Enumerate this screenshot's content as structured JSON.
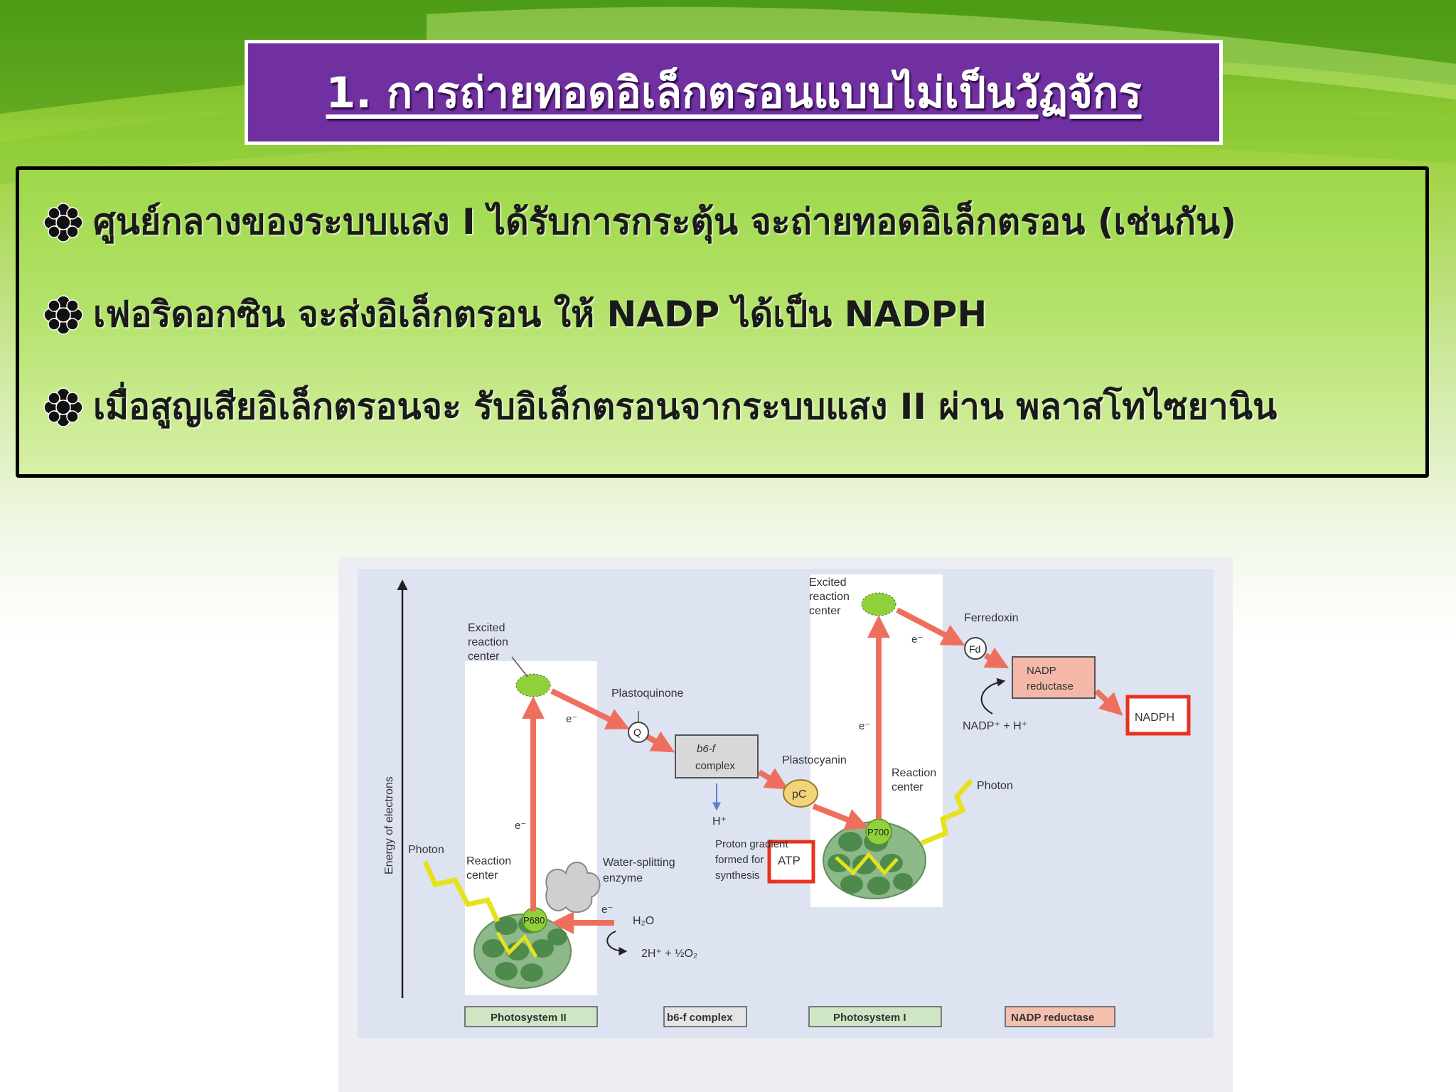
{
  "slide": {
    "title": "1. การถ่ายทอดอิเล็กตรอนแบบไม่เป็นวัฏจักร",
    "bullets": [
      "ศูนย์กลางของระบบแสง I ได้รับการกระตุ้น จะถ่ายทอดอิเล็กตรอน (เช่นกัน)",
      "เฟอริดอกซิน  จะส่งอิเล็กตรอน ให้ NADP ได้เป็น NADPH",
      "เมื่อสูญเสียอิเล็กตรอนจะ รับอิเล็กตรอนจากระบบแสง II ผ่าน พลาสโทไซยานิน"
    ],
    "bullet_icon": "starburst-bullet-icon"
  },
  "diagram": {
    "y_axis_label": "Energy of electrons",
    "labels": {
      "excited_rc_1": [
        "Excited",
        "reaction",
        "center"
      ],
      "excited_rc_2": [
        "Excited",
        "reaction",
        "center"
      ],
      "plastoquinone": "Plastoquinone",
      "q": "Q",
      "b6f": [
        "b6-f",
        "complex"
      ],
      "plastocyanin": "Plastocyanin",
      "pc": "pC",
      "ferredoxin": "Ferredoxin",
      "fd": "Fd",
      "nadp_reductase": [
        "NADP",
        "reductase"
      ],
      "nadph": "NADPH",
      "nadp_h": "NADP⁺ + H⁺",
      "reaction_center_1": [
        "Reaction",
        "center"
      ],
      "reaction_center_2": [
        "Reaction",
        "center"
      ],
      "photon_1": "Photon",
      "photon_2": "Photon",
      "water_splitting": [
        "Water-splitting",
        "enzyme"
      ],
      "p680": "P680",
      "p700": "P700",
      "h_plus": "H⁺",
      "proton_gradient": [
        "Proton gradient",
        "formed for",
        "synthesis"
      ],
      "atp": "ATP",
      "h2o": "H₂O",
      "o2": "2H⁺ + ½O₂",
      "e_minus": "e⁻"
    },
    "bottom_labels": [
      "Photosystem II",
      "b6-f complex",
      "Photosystem I",
      "NADP reductase"
    ],
    "colors": {
      "arrow": "#ef6f5e",
      "photosystem": "#7fae7a",
      "reaction_center": "#8fd13a",
      "highlight_box": "#e8321e",
      "title_bg": "#7030a0"
    }
  }
}
